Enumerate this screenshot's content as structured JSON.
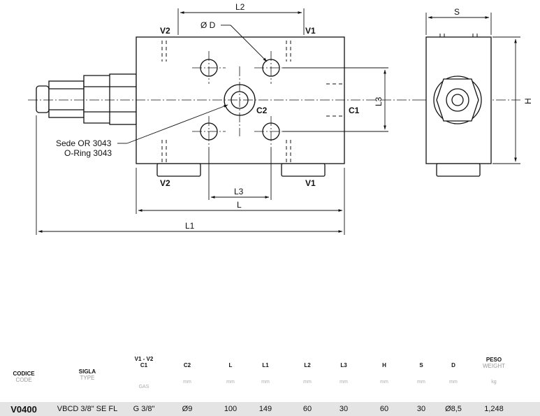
{
  "drawing": {
    "labels": {
      "l2": "L2",
      "d": "Ø D",
      "v2_top": "V2",
      "v1_top": "V1",
      "s": "S",
      "l3_vert": "L3",
      "h": "H",
      "c2": "C2",
      "c1": "C1",
      "sede_line1": "Sede OR 3043",
      "sede_line2": "O-Ring 3043",
      "v2_bottom": "V2",
      "v1_bottom": "V1",
      "l3_horiz": "L3",
      "l": "L",
      "l1": "L1"
    }
  },
  "table": {
    "headers": {
      "codice": {
        "t1": "CODICE",
        "t2": "CODE",
        "unit": ""
      },
      "sigla": {
        "t1": "SIGLA",
        "t2": "TYPE",
        "unit": ""
      },
      "v1v2": {
        "t1": "V1 - V2",
        "t1b": "C1",
        "unit": "GAS"
      },
      "c2": {
        "t1": "C2",
        "unit": "mm"
      },
      "l": {
        "t1": "L",
        "unit": "mm"
      },
      "l1": {
        "t1": "L1",
        "unit": "mm"
      },
      "l2": {
        "t1": "L2",
        "unit": "mm"
      },
      "l3": {
        "t1": "L3",
        "unit": "mm"
      },
      "h": {
        "t1": "H",
        "unit": "mm"
      },
      "s": {
        "t1": "S",
        "unit": "mm"
      },
      "d": {
        "t1": "D",
        "unit": "mm"
      },
      "peso": {
        "t1": "PESO",
        "t2": "WEIGHT",
        "unit": "kg"
      }
    },
    "row": {
      "code": "V0400",
      "type": "VBCD 3/8\" SE FL",
      "gas": "G 3/8\"",
      "c2": "Ø9",
      "l": "100",
      "l1": "149",
      "l2": "60",
      "l3": "30",
      "h": "60",
      "s": "30",
      "d": "Ø8,5",
      "weight": "1,248"
    }
  }
}
